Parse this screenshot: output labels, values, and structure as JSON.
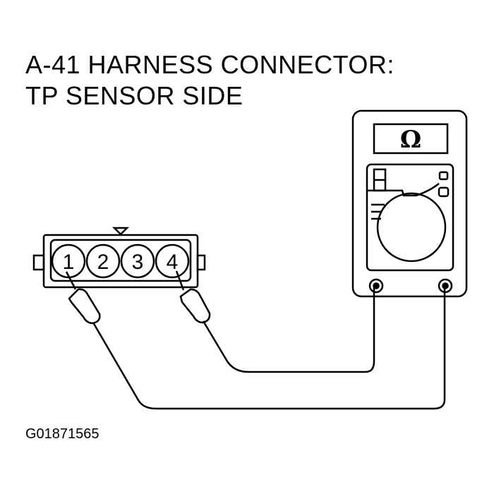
{
  "title": {
    "line1": "A-41 HARNESS CONNECTOR:",
    "line2": "TP SENSOR SIDE"
  },
  "figure_id": "G01871565",
  "connector": {
    "pins": [
      "1",
      "2",
      "3",
      "4"
    ]
  },
  "meter": {
    "display": "Ω"
  }
}
